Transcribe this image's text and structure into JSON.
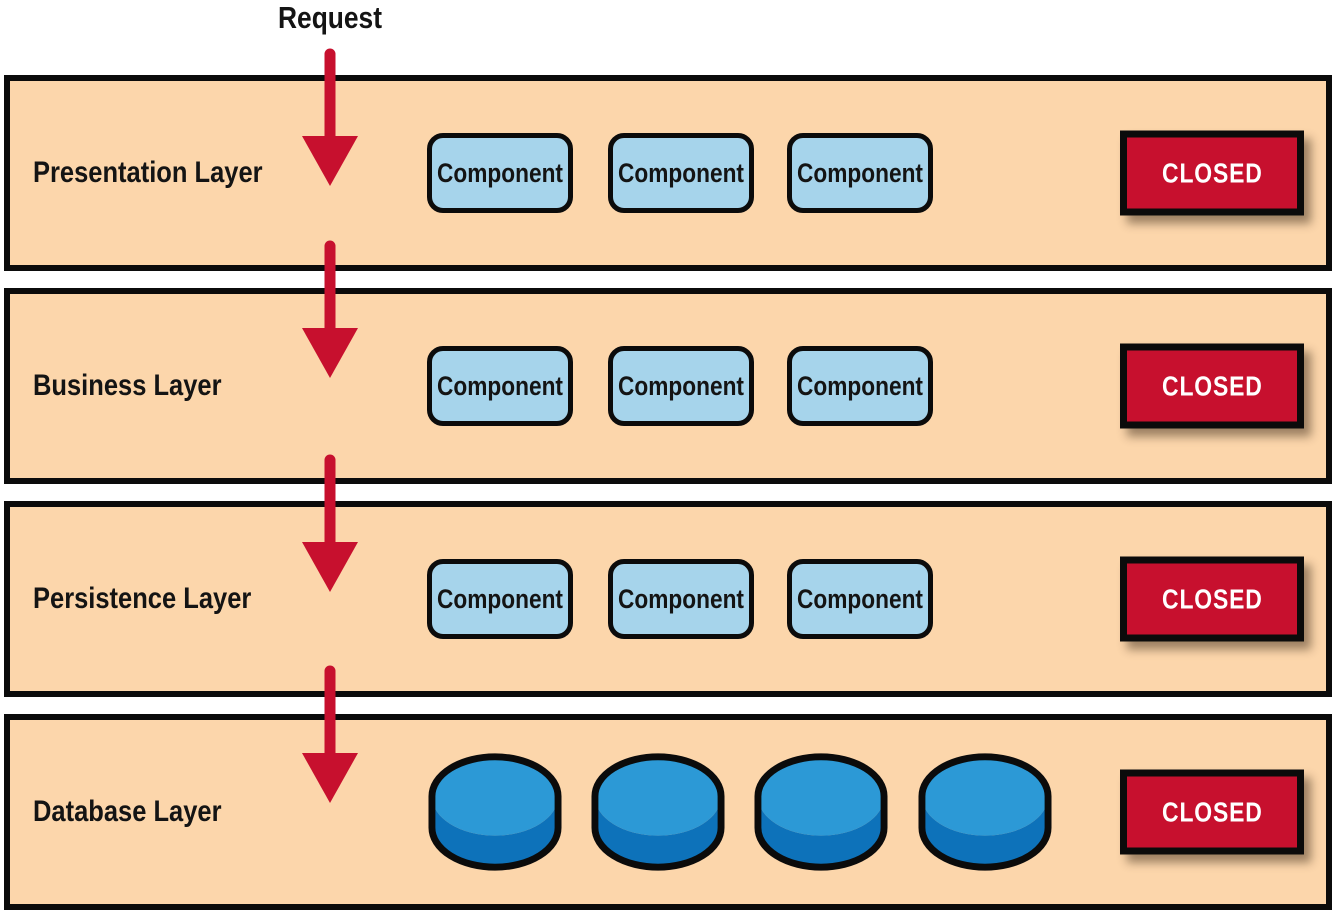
{
  "request_label": "Request",
  "colors": {
    "layer_fill": "#fcd6ab",
    "component_fill": "#a6d4eb",
    "status_fill": "#c7102e",
    "arrow_color": "#c7102e",
    "outline": "#0b0b0b",
    "database_top": "#2c99d6",
    "database_body": "#0d72ba",
    "background": "#ffffff",
    "status_text": "#ffffff"
  },
  "layers": [
    {
      "label": "Presentation Layer",
      "status": "CLOSED",
      "components": [
        "Component",
        "Component",
        "Component"
      ]
    },
    {
      "label": "Business Layer",
      "status": "CLOSED",
      "components": [
        "Component",
        "Component",
        "Component"
      ]
    },
    {
      "label": "Persistence Layer",
      "status": "CLOSED",
      "components": [
        "Component",
        "Component",
        "Component"
      ]
    },
    {
      "label": "Database Layer",
      "status": "CLOSED",
      "databases": [
        "database",
        "database",
        "database",
        "database"
      ]
    }
  ]
}
